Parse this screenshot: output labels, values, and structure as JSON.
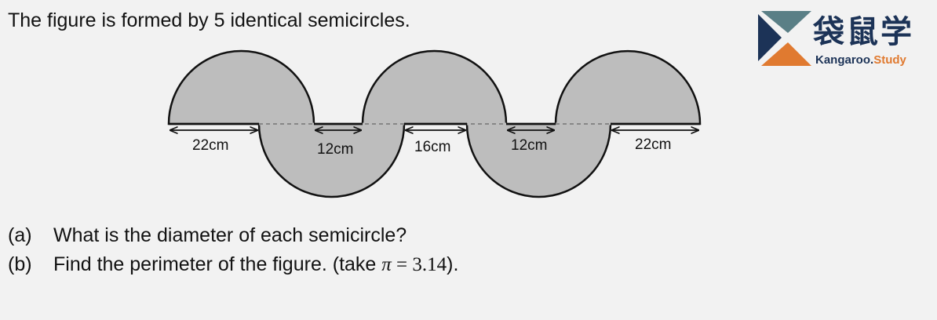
{
  "problem": {
    "intro": "The figure is formed by 5 identical semicircles.",
    "questions": [
      {
        "label": "(a)",
        "text": "What is the diameter of each semicircle?"
      },
      {
        "label": "(b)",
        "text": "Find the perimeter of the figure. (take ",
        "math_symbol": "π",
        "math_eq": " = 3.14",
        "suffix": ")."
      }
    ]
  },
  "figure": {
    "labels": [
      "22cm",
      "12cm",
      "16cm",
      "12cm",
      "22cm"
    ],
    "fill_color": "#bdbdbd"
  },
  "logo": {
    "chinese": "袋鼠学",
    "brand_main": "Kangaroo.",
    "brand_accent": "Study",
    "colors": {
      "navy": "#1c3357",
      "teal": "#5a7f86",
      "orange": "#e07a30"
    }
  }
}
